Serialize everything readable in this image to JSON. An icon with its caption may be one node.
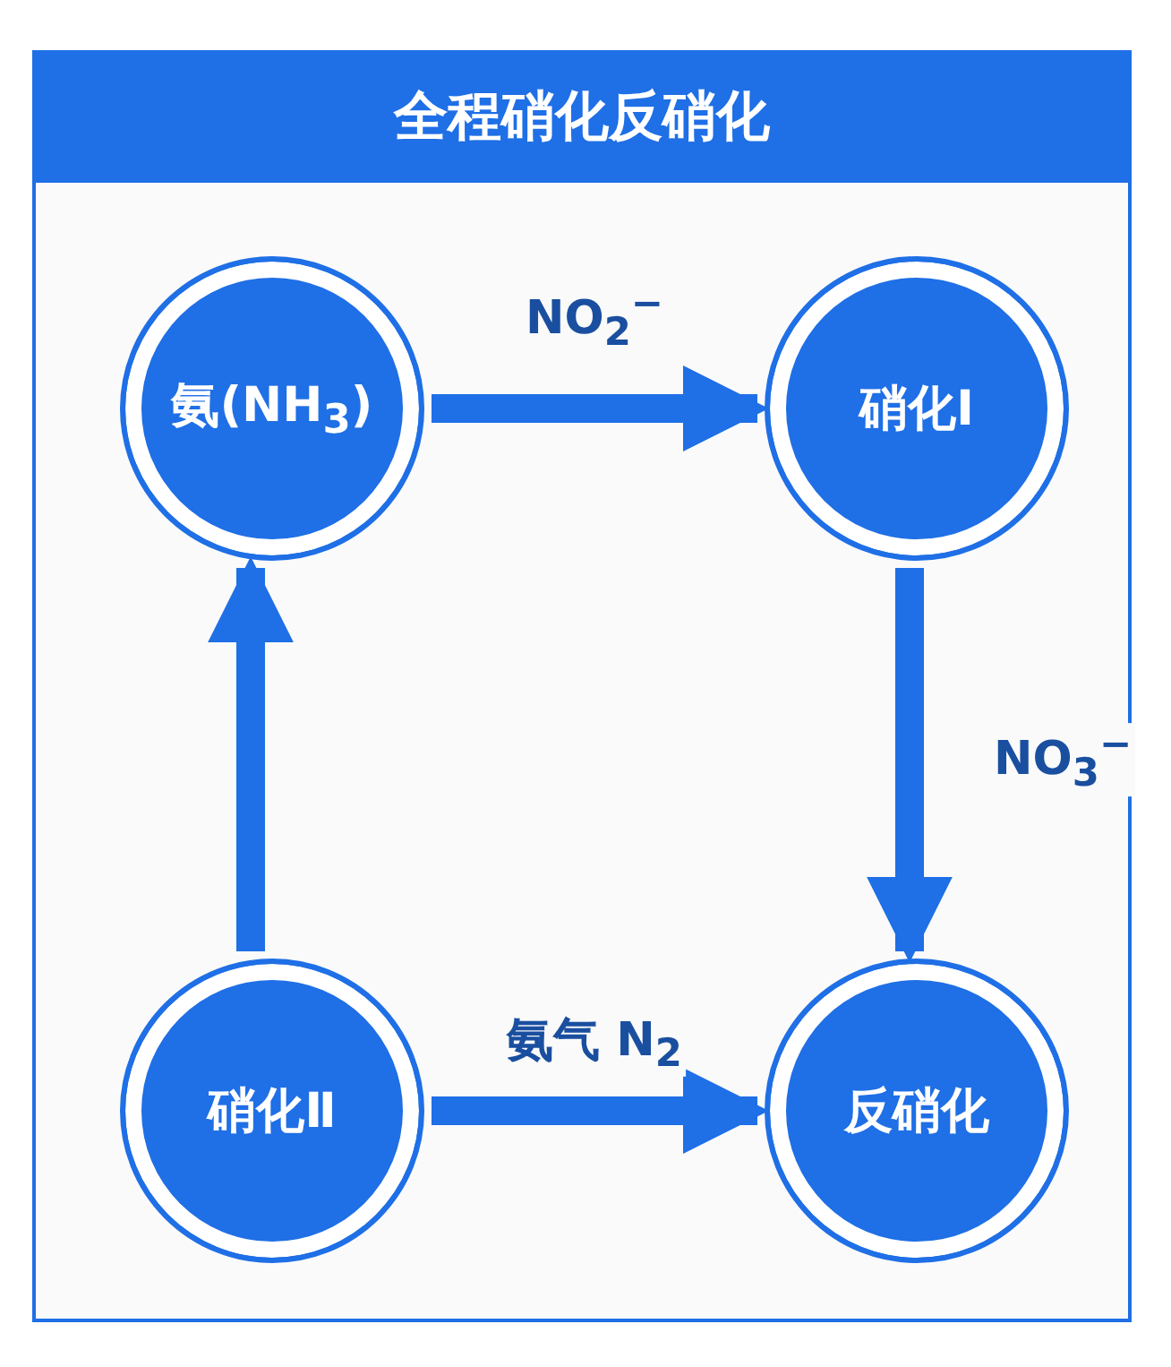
{
  "diagram": {
    "title": "全程硝化反硝化",
    "nodes": [
      {
        "text": [
          "氨(NH$_{3}$)"
        ]
      },
      {
        "text": [
          "硝化Ⅰ"
        ]
      },
      {
        "text": [
          "硝化Ⅱ"
        ]
      },
      {
        "text": [
          "反硝化"
        ]
      }
    ],
    "edges": [
      {
        "from": 0,
        "to": 1,
        "arrow": "to",
        "label": "NO$_{2}$$^{−}$"
      },
      {
        "from": 1,
        "to": 3,
        "arrow": "to",
        "label": "NO$_{3}$$^{−}$"
      },
      {
        "from": 2,
        "to": 3,
        "arrow": "to",
        "label": "氨气 N$_{2}$"
      },
      {
        "from": 2,
        "to": 0,
        "arrow": "to"
      }
    ]
  }
}
